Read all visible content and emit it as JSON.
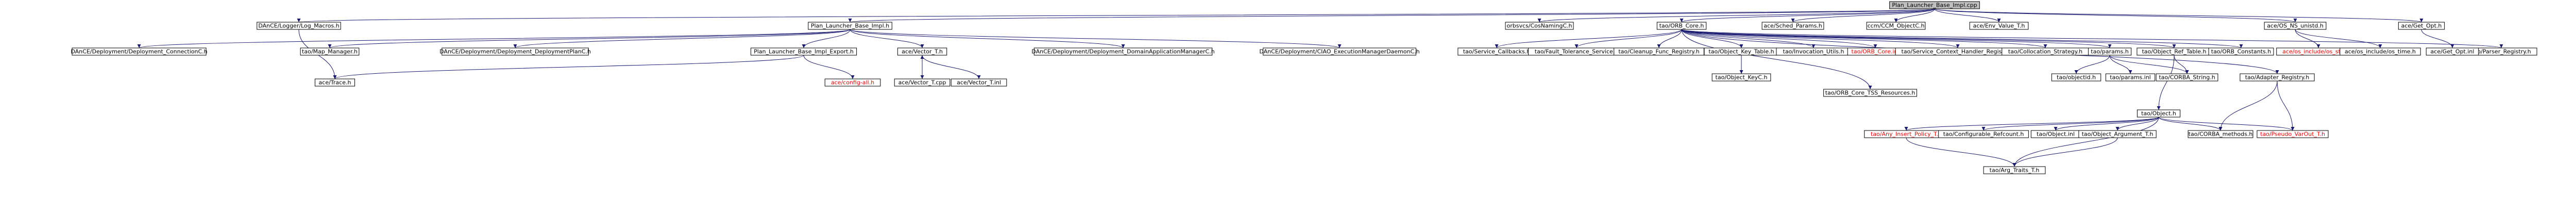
{
  "colors": {
    "edge": "#191970",
    "root_fill": "#bfbfbf",
    "missing_text": "#ff0000"
  },
  "nodes": [
    {
      "id": "root",
      "label": "Plan_Launcher_Base_Impl.cpp",
      "root": true
    },
    {
      "id": "logmacros",
      "label": "DAnCE/Logger/Log_Macros.h"
    },
    {
      "id": "plbimplh",
      "label": "Plan_Launcher_Base_Impl.h"
    },
    {
      "id": "cosnaming",
      "label": "orbsvcs/CosNamingC.h"
    },
    {
      "id": "orbcore",
      "label": "tao/ORB_Core.h"
    },
    {
      "id": "schedparams",
      "label": "ace/Sched_Params.h"
    },
    {
      "id": "ccmobject",
      "label": "ccm/CCM_ObjectC.h"
    },
    {
      "id": "envvalue",
      "label": "ace/Env_Value_T.h"
    },
    {
      "id": "osnsunistd",
      "label": "ace/OS_NS_unistd.h"
    },
    {
      "id": "getopt",
      "label": "ace/Get_Opt.h"
    },
    {
      "id": "depconnc",
      "label": "DAnCE/Deployment/Deployment_ConnectionC.h"
    },
    {
      "id": "mapmanager",
      "label": "tao/Map_Manager.h"
    },
    {
      "id": "depplanc",
      "label": "DAnCE/Deployment/Deployment_DeploymentPlanC.h"
    },
    {
      "id": "plbexport",
      "label": "Plan_Launcher_Base_Impl_Export.h"
    },
    {
      "id": "vectort",
      "label": "ace/Vector_T.h"
    },
    {
      "id": "depdamc",
      "label": "DAnCE/Deployment/Deployment_DomainApplicationManagerC.h"
    },
    {
      "id": "ciaoexec",
      "label": "DAnCE/Deployment/CIAO_ExecutionManagerDaemonC.h"
    },
    {
      "id": "servicecallbacks",
      "label": "tao/Service_Callbacks.h"
    },
    {
      "id": "faulttol",
      "label": "tao/Fault_Tolerance_Service.h"
    },
    {
      "id": "cleanupfunc",
      "label": "tao/Cleanup_Func_Registry.h"
    },
    {
      "id": "objkeytable",
      "label": "tao/Object_Key_Table.h"
    },
    {
      "id": "invocationutils",
      "label": "tao/Invocation_Utils.h"
    },
    {
      "id": "orbcoreinl",
      "label": "tao/ORB_Core.inl",
      "missing": true
    },
    {
      "id": "servicectx",
      "label": "tao/Service_Context_Handler_Registry.h"
    },
    {
      "id": "collocation",
      "label": "tao/Collocation_Strategy.h"
    },
    {
      "id": "policyset",
      "label": "tao/params.h"
    },
    {
      "id": "objreftable",
      "label": "tao/Object_Ref_Table.h"
    },
    {
      "id": "orbconstants",
      "label": "tao/ORB_Constants.h"
    },
    {
      "id": "parserreg",
      "label": "tao/Parser_Registry.h"
    },
    {
      "id": "osinclude",
      "label": "ace/os_include/os_stdio.h",
      "missing": true
    },
    {
      "id": "osincludetime",
      "label": "ace/os_include/os_time.h"
    },
    {
      "id": "getoptinl",
      "label": "ace/Get_Opt.inl"
    },
    {
      "id": "tracehh",
      "label": "ace/Trace.h"
    },
    {
      "id": "configall",
      "label": "ace/config-all.h",
      "missing": true
    },
    {
      "id": "vectortcpp",
      "label": "ace/Vector_T.cpp"
    },
    {
      "id": "vectortinl",
      "label": "ace/Vector_T.inl"
    },
    {
      "id": "objectkeyc",
      "label": "tao/Object_KeyC.h"
    },
    {
      "id": "orbcoretss",
      "label": "tao/ORB_Core_TSS_Resources.h"
    },
    {
      "id": "objectidh",
      "label": "tao/objectid.h"
    },
    {
      "id": "paramsinl",
      "label": "tao/params.inl"
    },
    {
      "id": "corbastring",
      "label": "tao/CORBA_String.h"
    },
    {
      "id": "objecth",
      "label": "tao/Object.h"
    },
    {
      "id": "adapterreg",
      "label": "tao/Adapter_Registry.h"
    },
    {
      "id": "anyinsert",
      "label": "tao/Any_Insert_Policy_T.h",
      "missing": true
    },
    {
      "id": "configrefcount",
      "label": "tao/Configurable_Refcount.h"
    },
    {
      "id": "objectinl",
      "label": "tao/Object.inl"
    },
    {
      "id": "objectargument",
      "label": "tao/Object_Argument_T.h"
    },
    {
      "id": "corbamethods",
      "label": "tao/CORBA_methods.h"
    },
    {
      "id": "pseudovarout",
      "label": "tao/Pseudo_VarOut_T.h",
      "missing": true
    },
    {
      "id": "argtraits",
      "label": "tao/Arg_Traits_T.h"
    }
  ],
  "edges": [
    [
      "root",
      "logmacros"
    ],
    [
      "root",
      "plbimplh"
    ],
    [
      "root",
      "cosnaming"
    ],
    [
      "root",
      "orbcore"
    ],
    [
      "root",
      "schedparams"
    ],
    [
      "root",
      "ccmobject"
    ],
    [
      "root",
      "envvalue"
    ],
    [
      "root",
      "osnsunistd"
    ],
    [
      "root",
      "getopt"
    ],
    [
      "logmacros",
      "tracehh"
    ],
    [
      "plbimplh",
      "depconnc"
    ],
    [
      "plbimplh",
      "mapmanager"
    ],
    [
      "plbimplh",
      "depplanc"
    ],
    [
      "plbimplh",
      "plbexport"
    ],
    [
      "plbimplh",
      "vectort"
    ],
    [
      "plbimplh",
      "depdamc"
    ],
    [
      "plbimplh",
      "ciaoexec"
    ],
    [
      "plbexport",
      "tracehh"
    ],
    [
      "plbexport",
      "configall"
    ],
    [
      "vectort",
      "vectortcpp"
    ],
    [
      "vectort",
      "vectortinl"
    ],
    [
      "vectortcpp",
      "vectort"
    ],
    [
      "orbcore",
      "servicecallbacks"
    ],
    [
      "orbcore",
      "faulttol"
    ],
    [
      "orbcore",
      "cleanupfunc"
    ],
    [
      "orbcore",
      "objkeytable"
    ],
    [
      "orbcore",
      "invocationutils"
    ],
    [
      "orbcore",
      "orbcoreinl"
    ],
    [
      "orbcore",
      "servicectx"
    ],
    [
      "orbcore",
      "collocation"
    ],
    [
      "orbcore",
      "policyset"
    ],
    [
      "orbcore",
      "objreftable"
    ],
    [
      "orbcore",
      "orbconstants"
    ],
    [
      "orbcore",
      "parserreg"
    ],
    [
      "orbcore",
      "orbcoretss"
    ],
    [
      "orbcore",
      "adapterreg"
    ],
    [
      "objkeytable",
      "objectkeyc"
    ],
    [
      "policyset",
      "objectidh"
    ],
    [
      "policyset",
      "paramsinl"
    ],
    [
      "policyset",
      "corbastring"
    ],
    [
      "objreftable",
      "corbastring"
    ],
    [
      "objreftable",
      "objecth"
    ],
    [
      "objecth",
      "anyinsert"
    ],
    [
      "objecth",
      "configrefcount"
    ],
    [
      "objecth",
      "objectinl"
    ],
    [
      "objecth",
      "objectargument"
    ],
    [
      "objecth",
      "corbamethods"
    ],
    [
      "objecth",
      "pseudovarout"
    ],
    [
      "objecth",
      "argtraits"
    ],
    [
      "anyinsert",
      "argtraits"
    ],
    [
      "objectargument",
      "argtraits"
    ],
    [
      "adapterreg",
      "corbamethods"
    ],
    [
      "adapterreg",
      "pseudovarout"
    ],
    [
      "osnsunistd",
      "osinclude"
    ],
    [
      "osnsunistd",
      "osincludetime"
    ],
    [
      "getopt",
      "getoptinl"
    ]
  ]
}
